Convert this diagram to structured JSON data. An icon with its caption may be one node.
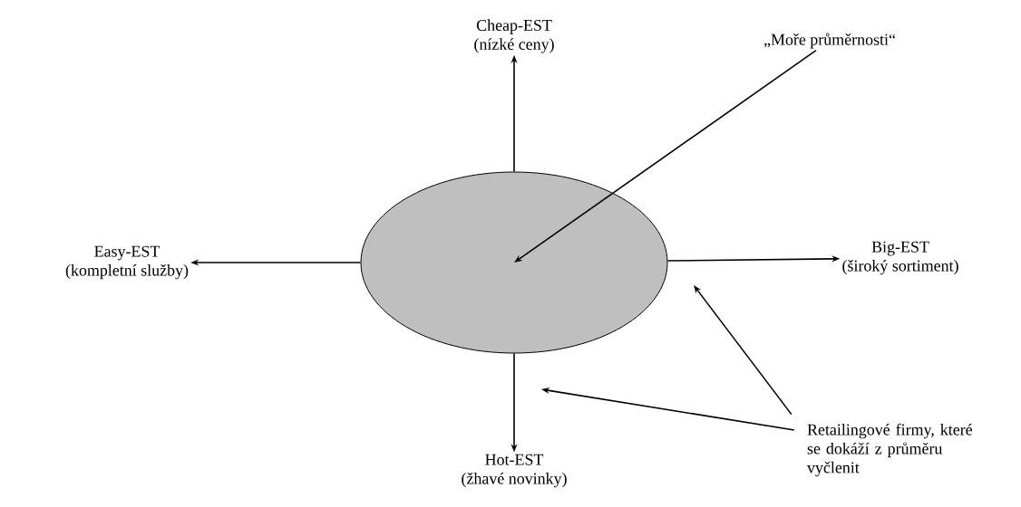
{
  "diagram": {
    "nodes": [
      {
        "text": [],
        "shape": "ellipse"
      },
      {
        "text": [
          "Cheap-EST",
          "(nízké ceny)"
        ]
      },
      {
        "text": [
          "Easy-EST",
          "(kompletní služby)"
        ]
      },
      {
        "text": [
          "Big-EST",
          "(široký sortiment)"
        ]
      },
      {
        "text": [
          "Hot-EST",
          "(žhavé novinky)"
        ]
      },
      {
        "text": [
          "„Moře průměrnosti“"
        ]
      },
      {
        "text": [
          "Retailingové firmy, které se dokáží z průměru vyčlenit"
        ]
      }
    ],
    "edges": [
      {
        "from": 0,
        "to": 1,
        "arrow": "to"
      },
      {
        "from": 0,
        "to": 2,
        "arrow": "to"
      },
      {
        "from": 0,
        "to": 3,
        "arrow": "to"
      },
      {
        "from": 0,
        "to": 4,
        "arrow": "to"
      },
      {
        "from": 5,
        "to": 0,
        "arrow": "to"
      },
      {
        "from": 6,
        "to": null,
        "arrow": "to"
      },
      {
        "from": 6,
        "to": null,
        "arrow": "to"
      }
    ]
  }
}
